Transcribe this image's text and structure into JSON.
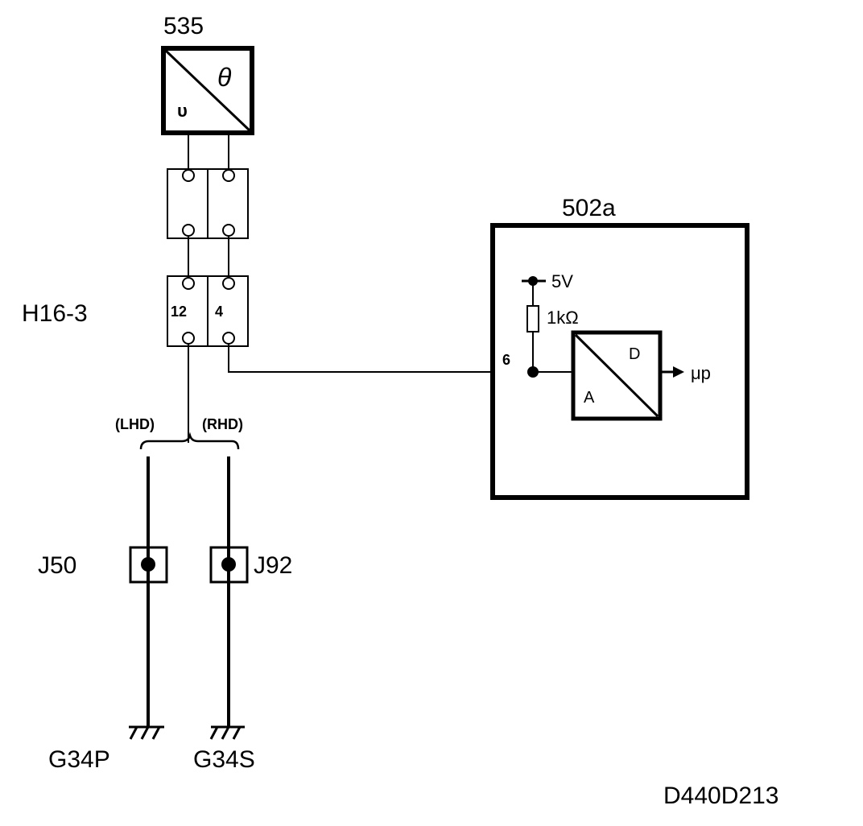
{
  "sensor": {
    "id": "535",
    "in_symbol": "υ",
    "out_symbol": "θ"
  },
  "connector": {
    "id": "H16-3",
    "pin_left": "12",
    "pin_right": "4"
  },
  "module": {
    "id": "502a",
    "pin": "6",
    "supply": "5V",
    "resistor": "1kΩ",
    "converter_in": "A",
    "converter_out": "D",
    "output": "μp"
  },
  "variants": {
    "left": "(LHD)",
    "right": "(RHD)"
  },
  "junctions": {
    "left": "J50",
    "right": "J92"
  },
  "grounds": {
    "left": "G34P",
    "right": "G34S"
  },
  "drawing_id": "D440D213",
  "colors": {
    "line": "#000000",
    "background": "#ffffff"
  }
}
